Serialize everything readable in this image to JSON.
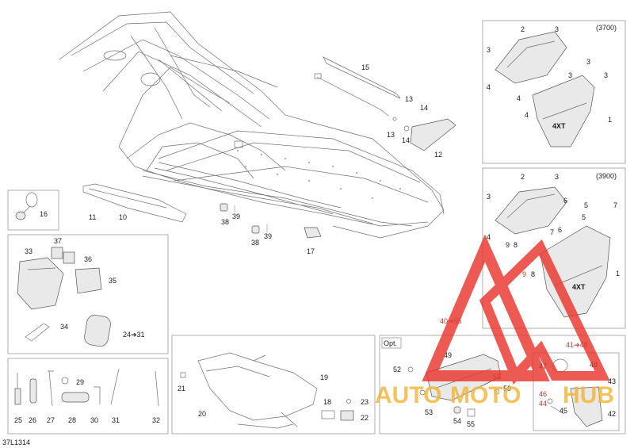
{
  "callouts": {
    "c1a": "1",
    "c2a": "2",
    "c3a": "3",
    "c3b": "3",
    "c3c": "3",
    "c3d": "3",
    "c3e": "3",
    "c4a": "4",
    "c4b": "4",
    "c4c": "4",
    "c1b": "1",
    "c2b": "2",
    "c3f": "3",
    "c3g": "3",
    "c4d": "4",
    "c5a": "5",
    "c5b": "5",
    "c6a": "6",
    "c6b": "6",
    "c7a": "7",
    "c7b": "7",
    "c8a": "8",
    "c8b": "8",
    "c9a": "9",
    "c9b": "9",
    "c10": "10",
    "c11": "11",
    "c12": "12",
    "c13a": "13",
    "c13b": "13",
    "c14a": "14",
    "c14b": "14",
    "c15": "15",
    "c16": "16",
    "c17": "17",
    "c18": "18",
    "c19": "19",
    "c20": "20",
    "c21": "21",
    "c22": "22",
    "c23": "23",
    "c24_31": "24➔31",
    "c25": "25",
    "c26": "26",
    "c27": "27",
    "c28": "28",
    "c29": "29",
    "c30": "30",
    "c31": "31",
    "c32": "32",
    "c33": "33",
    "c34": "34",
    "c35": "35",
    "c36": "36",
    "c37": "37",
    "c38a": "38",
    "c38b": "38",
    "c39a": "39",
    "c39b": "39",
    "c40_55": "40➔55",
    "c41_48": "41➔48",
    "c42": "42",
    "c43": "43",
    "c44": "44",
    "c45": "45",
    "c46": "46",
    "c47": "47",
    "c48": "48",
    "c49": "49",
    "c50": "50",
    "c51": "51",
    "c52": "52",
    "c53": "53",
    "c54": "54",
    "c55": "55"
  },
  "variants": {
    "top": "(3700)",
    "bottom": "(3900)"
  },
  "option_box_label": "Opt.",
  "reference_code": "37L1314",
  "watermark": {
    "brand_left": "AUTO",
    "brand_mid": "MOTO",
    "brand_right": "HUB",
    "triangle_color": "#e8362e",
    "text_color": "#f2b53a"
  },
  "colors": {
    "line": "#6f6f6f",
    "box": "#9a9a9a",
    "label": "#1a1a1a"
  }
}
